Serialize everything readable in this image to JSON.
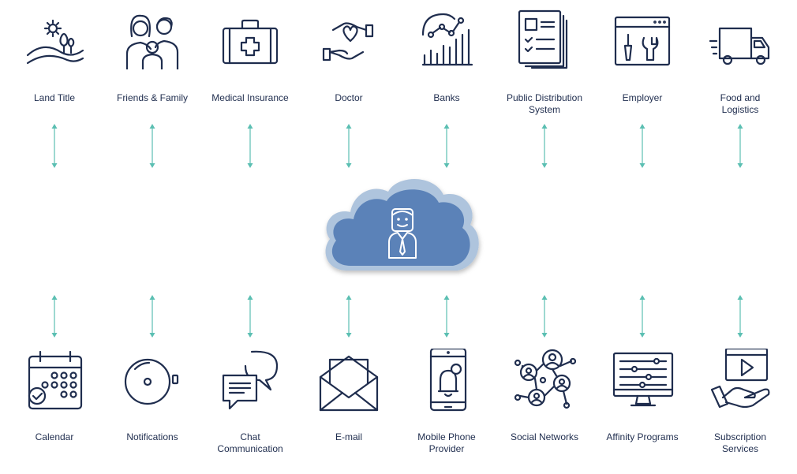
{
  "top_nodes": [
    {
      "label": "Land Title",
      "icon": "landscape-icon"
    },
    {
      "label": "Friends & Family",
      "icon": "family-icon"
    },
    {
      "label": "Medical Insurance",
      "icon": "medical-kit-icon"
    },
    {
      "label": "Doctor",
      "icon": "heart-hands-icon"
    },
    {
      "label": "Banks",
      "icon": "growth-chart-icon"
    },
    {
      "label": "Public Distribution\nSystem",
      "icon": "document-checklist-icon"
    },
    {
      "label": "Employer",
      "icon": "tools-window-icon"
    },
    {
      "label": "Food and\nLogistics",
      "icon": "truck-icon"
    }
  ],
  "bottom_nodes": [
    {
      "label": "Calendar",
      "icon": "calendar-icon"
    },
    {
      "label": "Notifications",
      "icon": "bell-icon"
    },
    {
      "label": "Chat\nCommunication",
      "icon": "chat-bubbles-icon"
    },
    {
      "label": "E-mail",
      "icon": "envelope-icon"
    },
    {
      "label": "Mobile Phone\nProvider",
      "icon": "mobile-notification-icon"
    },
    {
      "label": "Social Networks",
      "icon": "network-icon"
    },
    {
      "label": "Affinity Programs",
      "icon": "monitor-sliders-icon"
    },
    {
      "label": "Subscription\nServices",
      "icon": "hand-play-icon"
    }
  ],
  "center": {
    "icon": "person-cloud-icon"
  },
  "colors": {
    "ink": "#1f2d4e",
    "arrow": "#5bbfb2",
    "cloud_fill": "#5b82b8",
    "cloud_edge": "#aec4dd"
  }
}
